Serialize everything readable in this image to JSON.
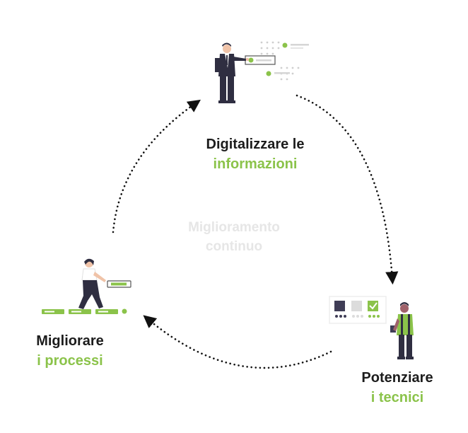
{
  "center": {
    "line1": "Miglioramento",
    "line2": "continuo"
  },
  "steps": [
    {
      "line1": "Digitalizzare le",
      "line2": "informazioni"
    },
    {
      "line1": "Potenziare",
      "line2": "i tecnici"
    },
    {
      "line1": "Migliorare",
      "line2": "i processi"
    }
  ],
  "colors": {
    "accent": "#8bc34a",
    "text": "#1c1c1c",
    "faint": "#e6e6e6",
    "suit": "#2f2e41"
  }
}
